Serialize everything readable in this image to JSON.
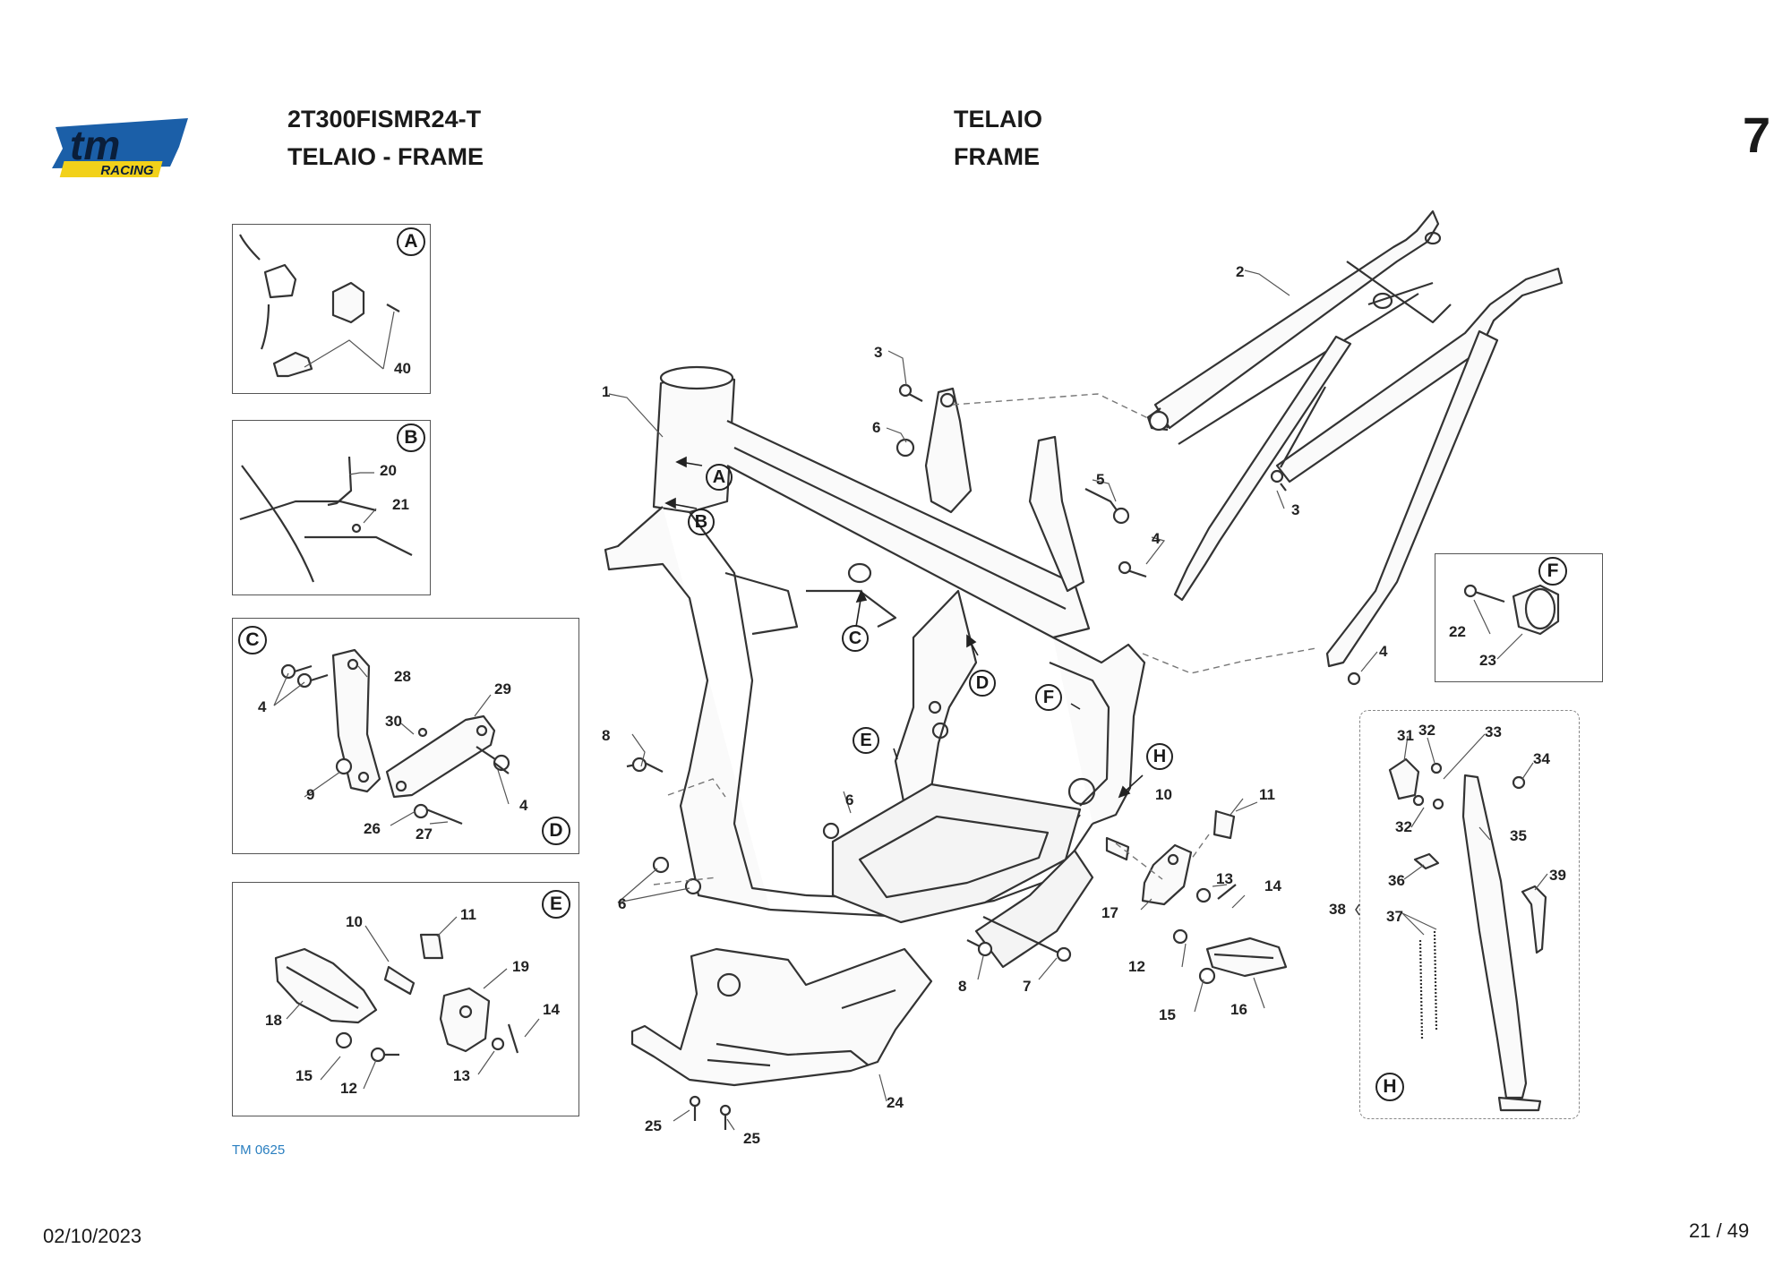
{
  "header": {
    "model_code": "2T300FISMR24-T",
    "section_title_it_en": "TELAIO - FRAME",
    "group_it": "TELAIO",
    "group_en": "FRAME",
    "page_number": "7"
  },
  "logo": {
    "mark": "tm",
    "sub": "RACING",
    "color_primary": "#1b5fa8",
    "color_accent": "#f2d11a"
  },
  "footer": {
    "date": "02/10/2023",
    "pagination": "21 / 49"
  },
  "drawing_ref": "TM 0625",
  "detail_letters": [
    "A",
    "B",
    "C",
    "D",
    "E",
    "F",
    "H"
  ],
  "parts": {
    "p1": "1",
    "p2": "2",
    "p3": "3",
    "p4": "4",
    "p5": "5",
    "p6": "6",
    "p7": "7",
    "p8": "8",
    "p9": "9",
    "p10": "10",
    "p11": "11",
    "p12": "12",
    "p13": "13",
    "p14": "14",
    "p15": "15",
    "p16": "16",
    "p17": "17",
    "p18": "18",
    "p19": "19",
    "p20": "20",
    "p21": "21",
    "p22": "22",
    "p23": "23",
    "p24": "24",
    "p25": "25",
    "p26": "26",
    "p27": "27",
    "p28": "28",
    "p29": "29",
    "p30": "30",
    "p31": "31",
    "p32": "32",
    "p33": "33",
    "p34": "34",
    "p35": "35",
    "p36": "36",
    "p37": "37",
    "p38": "38",
    "p39": "39",
    "p40": "40"
  }
}
